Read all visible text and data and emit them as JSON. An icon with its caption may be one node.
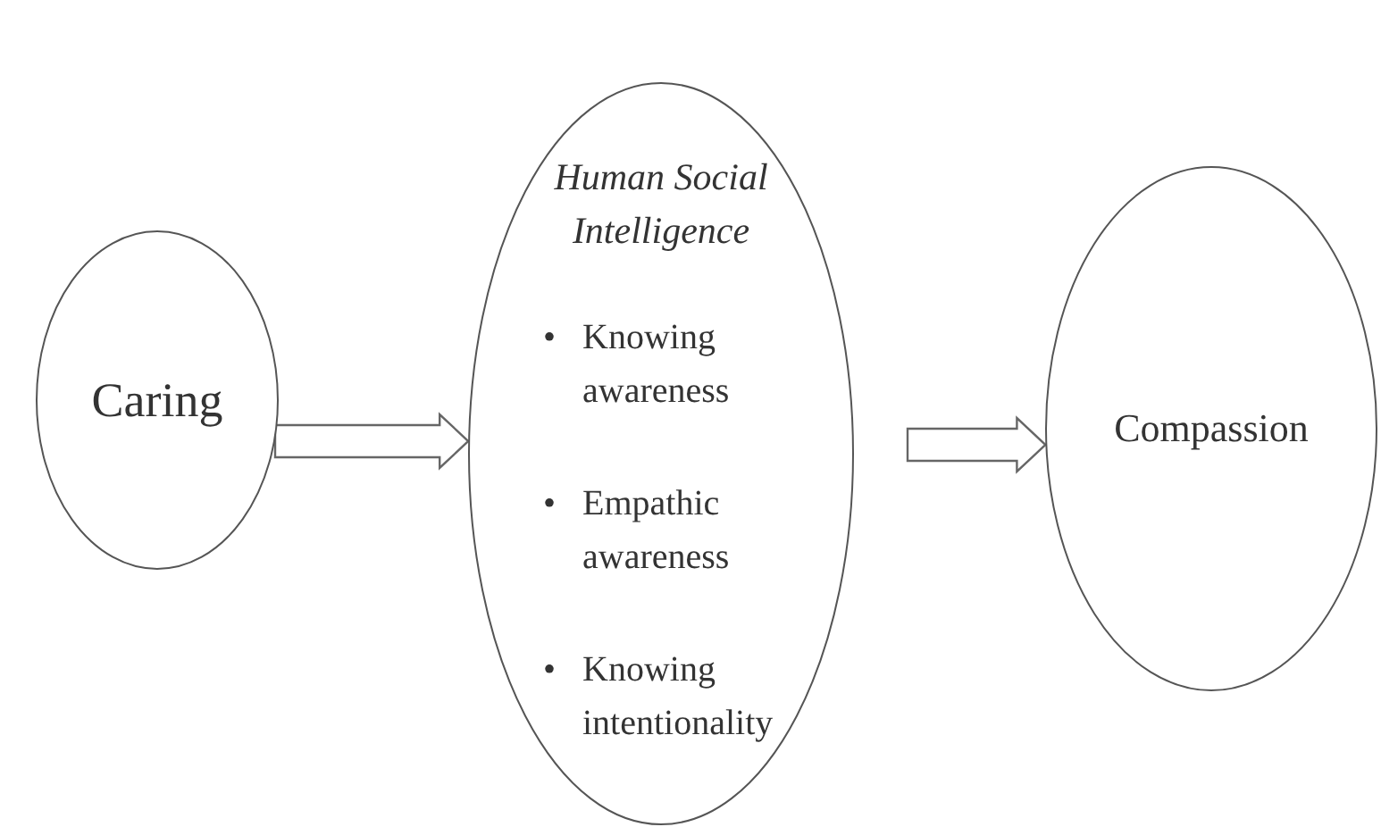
{
  "diagram": {
    "nodes": [
      {
        "text": [
          "Caring"
        ]
      },
      {
        "text": [
          "Human Social Intelligence",
          "• Knowing awareness",
          "• Empathic awareness",
          "• Knowing intentionality"
        ]
      },
      {
        "text": [
          "Compassion"
        ]
      }
    ],
    "edges": [
      {
        "from": 0,
        "to": 1,
        "arrow": "to"
      },
      {
        "from": 1,
        "to": 2,
        "arrow": "to"
      }
    ]
  }
}
